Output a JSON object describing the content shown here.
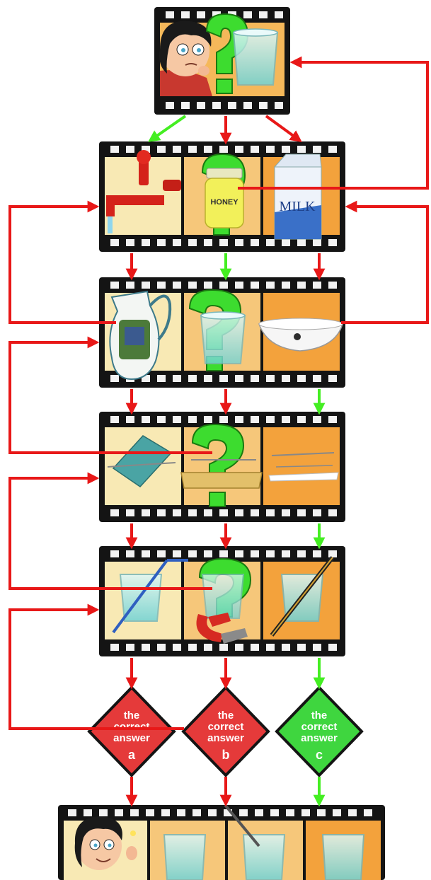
{
  "labels": {
    "honey": "HONEY",
    "milk": "MILK"
  },
  "answers": [
    {
      "line1": "the",
      "line2": "correct",
      "line3": "answer",
      "letter": "a",
      "color": "#e53a3a"
    },
    {
      "line1": "the",
      "line2": "correct",
      "line3": "answer",
      "letter": "b",
      "color": "#e53a3a"
    },
    {
      "line1": "the",
      "line2": "correct",
      "line3": "answer",
      "letter": "c",
      "color": "#3fd63f"
    }
  ],
  "colors": {
    "wrong_arrow": "#e81818",
    "correct_arrow": "#44ee22",
    "film": "#141414",
    "question_mark": "#3ddc2f"
  }
}
